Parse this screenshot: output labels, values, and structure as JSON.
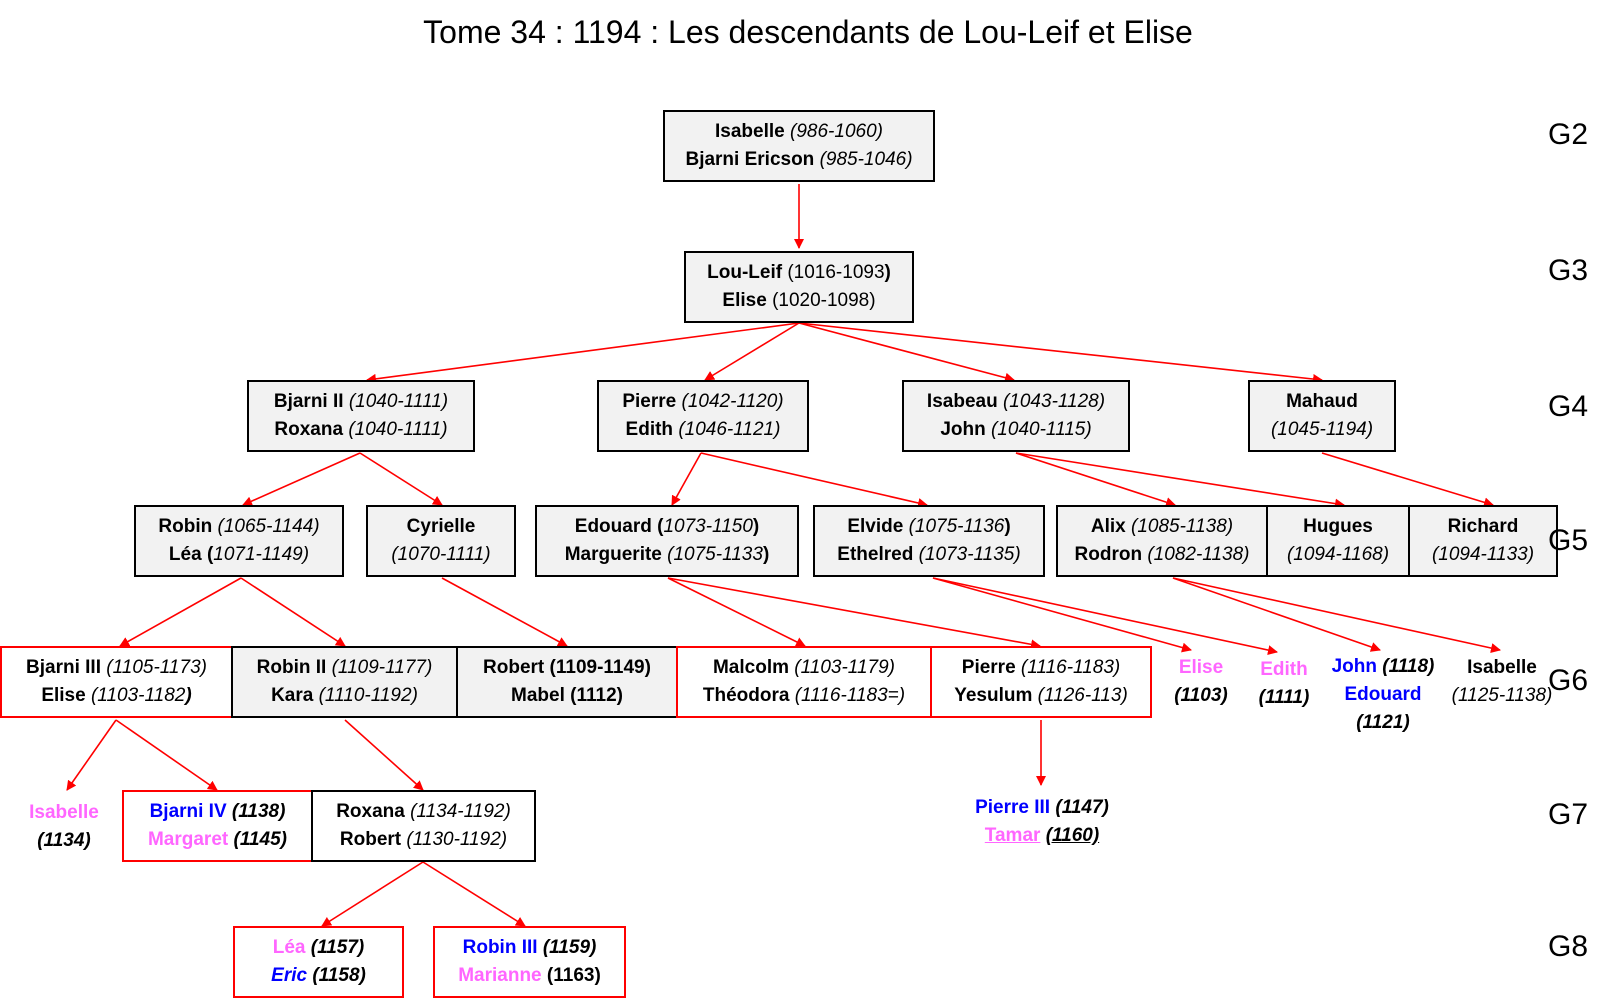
{
  "title": "Tome 34 : 1194 : Les descendants de Lou-Leif et Elise",
  "colors": {
    "edge": "#ff0000",
    "pink": "#ff66ff",
    "blue": "#0000ff",
    "black": "#000000"
  },
  "generations": [
    "G2",
    "G3",
    "G4",
    "G5",
    "G6",
    "G7",
    "G8"
  ],
  "nodes": [
    {
      "id": "isabelle_bjarni",
      "lines": [
        [
          {
            "t": "Isabelle ",
            "b": 1
          },
          {
            "t": "(986-1060)",
            "i": 1
          }
        ],
        [
          {
            "t": "Bjarni Ericson ",
            "b": 1
          },
          {
            "t": "(985-1046)",
            "i": 1
          }
        ]
      ]
    },
    {
      "id": "louleif_elise",
      "lines": [
        [
          {
            "t": "Lou-Leif ",
            "b": 1
          },
          {
            "t": "(1016-1093"
          },
          {
            "t": ")",
            "b": 1
          }
        ],
        [
          {
            "t": "Elise ",
            "b": 1
          },
          {
            "t": "(1020-1098)"
          }
        ]
      ]
    },
    {
      "id": "bjarni2_roxana",
      "lines": [
        [
          {
            "t": "Bjarni II ",
            "b": 1
          },
          {
            "t": "(1040-1111)",
            "i": 1
          }
        ],
        [
          {
            "t": "Roxana ",
            "b": 1
          },
          {
            "t": "(1040-1111)",
            "i": 1
          }
        ]
      ]
    },
    {
      "id": "pierre_edith",
      "lines": [
        [
          {
            "t": "Pierre ",
            "b": 1
          },
          {
            "t": "(1042-1120)",
            "i": 1
          }
        ],
        [
          {
            "t": "Edith ",
            "b": 1
          },
          {
            "t": "(1046-1121)",
            "i": 1
          }
        ]
      ]
    },
    {
      "id": "isabeau_john",
      "lines": [
        [
          {
            "t": "Isabeau ",
            "b": 1
          },
          {
            "t": "(1043-1128)",
            "i": 1
          }
        ],
        [
          {
            "t": "John ",
            "b": 1
          },
          {
            "t": "(1040-1115)",
            "i": 1
          }
        ]
      ]
    },
    {
      "id": "mahaud",
      "lines": [
        [
          {
            "t": "Mahaud",
            "b": 1
          }
        ],
        [
          {
            "t": "(1045-1194)",
            "i": 1
          }
        ]
      ]
    },
    {
      "id": "robin_lea",
      "lines": [
        [
          {
            "t": "Robin ",
            "b": 1
          },
          {
            "t": "(1065-1144)",
            "i": 1
          }
        ],
        [
          {
            "t": "Léa ",
            "b": 1
          },
          {
            "t": "(",
            "b": 1
          },
          {
            "t": "1071-1149)",
            "i": 1
          }
        ]
      ]
    },
    {
      "id": "cyrielle",
      "lines": [
        [
          {
            "t": "Cyrielle",
            "b": 1
          }
        ],
        [
          {
            "t": "(1070-1111)",
            "i": 1
          }
        ]
      ]
    },
    {
      "id": "edouard_marguerite",
      "lines": [
        [
          {
            "t": "Edouard ",
            "b": 1
          },
          {
            "t": "(",
            "b": 1
          },
          {
            "t": "1073-1150",
            "i": 1
          },
          {
            "t": ")",
            "b": 1
          }
        ],
        [
          {
            "t": "Marguerite ",
            "b": 1
          },
          {
            "t": "(1075-1133",
            "i": 1
          },
          {
            "t": ")",
            "b": 1
          }
        ]
      ]
    },
    {
      "id": "elvide_ethelred",
      "lines": [
        [
          {
            "t": "Elvide ",
            "b": 1
          },
          {
            "t": "(1075-1136",
            "i": 1
          },
          {
            "t": ")",
            "b": 1
          }
        ],
        [
          {
            "t": "Ethelred ",
            "b": 1
          },
          {
            "t": "(1073-1135)",
            "i": 1
          }
        ]
      ]
    },
    {
      "id": "alix_rodron",
      "lines": [
        [
          {
            "t": "Alix ",
            "b": 1
          },
          {
            "t": "(1085-1138)",
            "i": 1
          }
        ],
        [
          {
            "t": "Rodron ",
            "b": 1
          },
          {
            "t": "(1082-1138)",
            "i": 1
          }
        ]
      ]
    },
    {
      "id": "hugues",
      "lines": [
        [
          {
            "t": "Hugues",
            "b": 1
          }
        ],
        [
          {
            "t": "(1094-1168)",
            "i": 1
          }
        ]
      ]
    },
    {
      "id": "richard",
      "lines": [
        [
          {
            "t": "Richard",
            "b": 1
          }
        ],
        [
          {
            "t": "(1094-1133)",
            "i": 1
          }
        ]
      ]
    },
    {
      "id": "bjarni3_elise",
      "lines": [
        [
          {
            "t": "Bjarni III ",
            "b": 1
          },
          {
            "t": "(1105-1173)",
            "i": 1
          }
        ],
        [
          {
            "t": "Elise ",
            "b": 1
          },
          {
            "t": "(1103-1182",
            "i": 1
          },
          {
            "t": ")",
            "b": 1,
            "i": 1
          }
        ]
      ]
    },
    {
      "id": "robin2_kara",
      "lines": [
        [
          {
            "t": "Robin II ",
            "b": 1
          },
          {
            "t": "(1109-1177)",
            "i": 1
          }
        ],
        [
          {
            "t": "Kara ",
            "b": 1
          },
          {
            "t": "(1110-1192)",
            "i": 1
          }
        ]
      ]
    },
    {
      "id": "robert_mabel",
      "lines": [
        [
          {
            "t": "Robert (1109-1149)",
            "b": 1
          }
        ],
        [
          {
            "t": "Mabel (1112)",
            "b": 1
          }
        ]
      ]
    },
    {
      "id": "malcolm_theodora",
      "lines": [
        [
          {
            "t": "Malcolm ",
            "b": 1
          },
          {
            "t": "(1103-1179)",
            "i": 1
          }
        ],
        [
          {
            "t": "Théodora ",
            "b": 1
          },
          {
            "t": "(1116-1183=)",
            "i": 1
          }
        ]
      ]
    },
    {
      "id": "pierre_yesulum",
      "lines": [
        [
          {
            "t": "Pierre ",
            "b": 1
          },
          {
            "t": "(1116-1183)",
            "i": 1
          }
        ],
        [
          {
            "t": "Yesulum ",
            "b": 1
          },
          {
            "t": "(1126-113)",
            "i": 1
          }
        ]
      ]
    },
    {
      "id": "free_elise",
      "lines": [
        [
          {
            "t": "Elise",
            "b": 1,
            "c": "pink"
          }
        ],
        [
          {
            "t": "(1103)",
            "b": 1,
            "i": 1
          }
        ]
      ]
    },
    {
      "id": "free_edith",
      "lines": [
        [
          {
            "t": "Edith",
            "b": 1,
            "c": "pink"
          }
        ],
        [
          {
            "t": "(1111)",
            "b": 1,
            "i": 1
          }
        ]
      ]
    },
    {
      "id": "free_john_edouard",
      "lines": [
        [
          {
            "t": "John ",
            "b": 1,
            "c": "blue"
          },
          {
            "t": "(1118)",
            "b": 1,
            "i": 1
          }
        ],
        [
          {
            "t": "Edouard",
            "b": 1,
            "c": "blue"
          }
        ],
        [
          {
            "t": "(1121)",
            "b": 1,
            "i": 1
          }
        ]
      ]
    },
    {
      "id": "free_isabelle_g6",
      "lines": [
        [
          {
            "t": "Isabelle",
            "b": 1
          }
        ],
        [
          {
            "t": "(1125-1138)",
            "i": 1
          }
        ]
      ]
    },
    {
      "id": "free_isabelle_g7",
      "lines": [
        [
          {
            "t": "Isabelle",
            "b": 1,
            "c": "pink"
          }
        ],
        [
          {
            "t": "(1134)",
            "b": 1,
            "i": 1
          }
        ]
      ]
    },
    {
      "id": "bjarni4_margaret",
      "lines": [
        [
          {
            "t": "Bjarni IV ",
            "b": 1,
            "c": "blue"
          },
          {
            "t": "(1138)",
            "b": 1,
            "i": 1
          }
        ],
        [
          {
            "t": "Margaret ",
            "b": 1,
            "c": "pink"
          },
          {
            "t": "(1145)",
            "b": 1,
            "i": 1
          }
        ]
      ]
    },
    {
      "id": "roxana_robert",
      "lines": [
        [
          {
            "t": "Roxana ",
            "b": 1
          },
          {
            "t": "(1134-1192)",
            "i": 1
          }
        ],
        [
          {
            "t": "Robert ",
            "b": 1
          },
          {
            "t": "(1130-1192)",
            "i": 1
          }
        ]
      ]
    },
    {
      "id": "free_pierre3_tamar",
      "lines": [
        [
          {
            "t": "Pierre III ",
            "b": 1,
            "c": "blue"
          },
          {
            "t": "(1147)",
            "b": 1,
            "i": 1
          }
        ],
        [
          {
            "t": "Tamar",
            "b": 1,
            "c": "pink",
            "u": 1
          },
          {
            "t": " "
          },
          {
            "t": "(1160)",
            "b": 1,
            "i": 1,
            "u": 1
          }
        ]
      ]
    },
    {
      "id": "lea_eric",
      "lines": [
        [
          {
            "t": "Léa ",
            "b": 1,
            "c": "pink"
          },
          {
            "t": "(1157)",
            "b": 1,
            "i": 1
          }
        ],
        [
          {
            "t": "Eric ",
            "b": 1,
            "i": 1,
            "c": "blue"
          },
          {
            "t": "(1158)",
            "b": 1,
            "i": 1
          }
        ]
      ]
    },
    {
      "id": "robin3_marianne",
      "lines": [
        [
          {
            "t": "Robin III ",
            "b": 1,
            "c": "blue"
          },
          {
            "t": "(1159)",
            "b": 1,
            "i": 1
          }
        ],
        [
          {
            "t": "Marianne ",
            "b": 1,
            "c": "pink"
          },
          {
            "t": "(1163)",
            "b": 1
          }
        ]
      ]
    }
  ]
}
